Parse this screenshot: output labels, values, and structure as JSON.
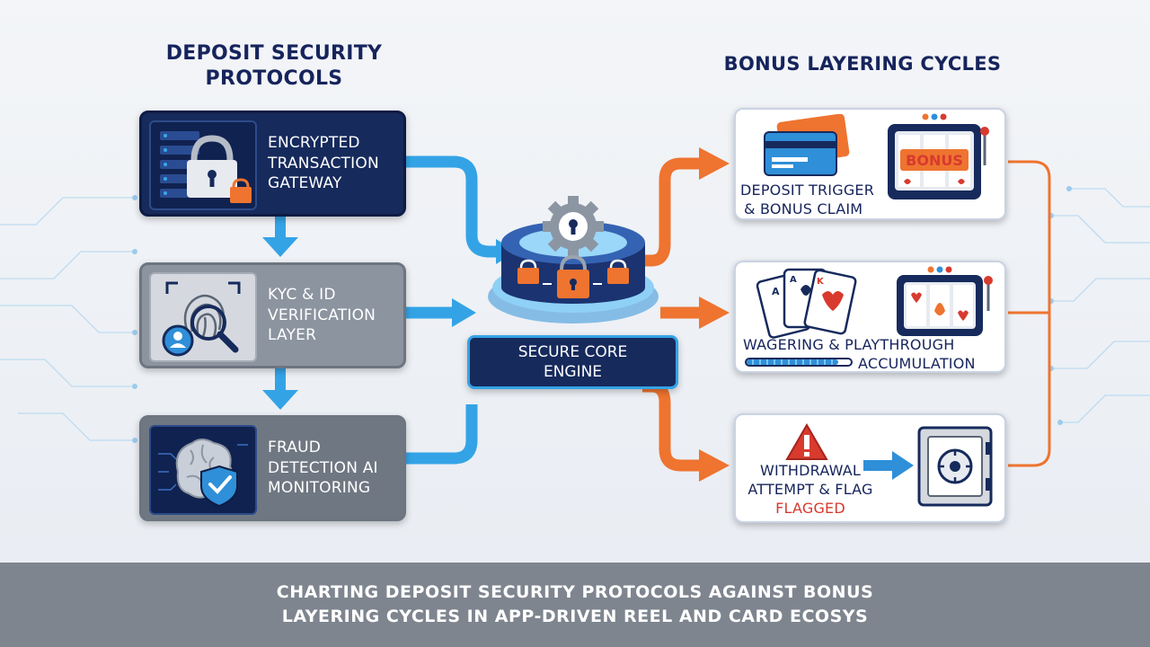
{
  "left_title": {
    "line1": "DEPOSIT SECURITY",
    "line2": "PROTOCOLS"
  },
  "right_title": "BONUS LAYERING CYCLES",
  "left_steps": [
    {
      "line1": "ENCRYPTED",
      "line2": "TRANSACTION",
      "line3": "GATEWAY",
      "icon": "server-lock-icon"
    },
    {
      "line1": "KYC & ID",
      "line2": "VERIFICATION",
      "line3": "LAYER",
      "icon": "fingerprint-scan-icon"
    },
    {
      "line1": "FRAUD",
      "line2": "DETECTION AI",
      "line3": "MONITORING",
      "icon": "ai-brain-shield-icon"
    }
  ],
  "core": {
    "line1": "SECURE CORE",
    "line2": "ENGINE",
    "icon": "locked-gear-core-icon"
  },
  "right_steps": [
    {
      "line1": "DEPOSIT TRIGGER",
      "line2": "& BONUS CLAIM",
      "icons": [
        "credit-card-icon",
        "slot-machine-icon"
      ],
      "slot_text": "BONUS"
    },
    {
      "line1": "WAGERING & PLAYTHROUGH",
      "line2": "ACCUMULATION",
      "icons": [
        "playing-cards-icon",
        "slot-machine-icon"
      ]
    },
    {
      "line1": "WITHDRAWAL",
      "line2": "ATTEMPT & FLAG",
      "line3": "FLAGGED",
      "icons": [
        "warning-icon",
        "vault-icon"
      ]
    }
  ],
  "footer": {
    "line1": "CHARTING DEPOSIT SECURITY PROTOCOLS AGAINST BONUS",
    "line2": "LAYERING CYCLES IN APP-DRIVEN REEL AND CARD ECOSYS"
  },
  "colors": {
    "navy": "#162a5c",
    "blue_arrow": "#34a3e6",
    "orange_arrow": "#ee7430",
    "warning_red": "#d83a2e",
    "footer_gray": "#7e858f"
  }
}
